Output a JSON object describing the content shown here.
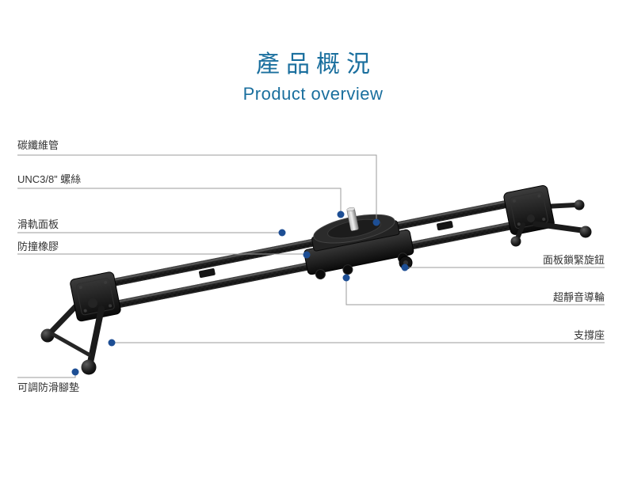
{
  "header": {
    "title_zh": "產品概況",
    "title_en": "Product overview",
    "accent_color": "#1a6f9e"
  },
  "annotations": [
    {
      "id": "carbon-fiber-tube",
      "label": "碳纖維管",
      "side": "left"
    },
    {
      "id": "unc-screw",
      "label": "UNC3/8” 螺絲",
      "side": "left"
    },
    {
      "id": "rail-panel",
      "label": "滑軌面板",
      "side": "left"
    },
    {
      "id": "bumper-rubber",
      "label": "防撞橡膠",
      "side": "left"
    },
    {
      "id": "panel-lock-knob",
      "label": "面板鎖緊旋鈕",
      "side": "right"
    },
    {
      "id": "silent-guide-wheel",
      "label": "超靜音導輪",
      "side": "right"
    },
    {
      "id": "support-base",
      "label": "支撐座",
      "side": "right"
    },
    {
      "id": "adjustable-antislip-foot",
      "label": "可調防滑腳墊",
      "side": "left"
    }
  ],
  "colors": {
    "leader_line": "#9b9b9b",
    "annotation_dot": "#1d4e94",
    "label_text": "#333333",
    "background": "#ffffff"
  }
}
